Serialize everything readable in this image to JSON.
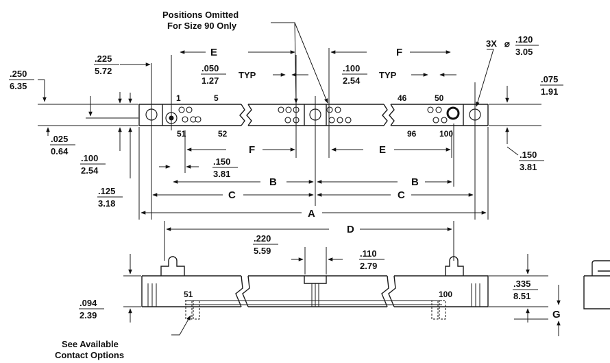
{
  "notes": {
    "omitted_line1": "Positions Omitted",
    "omitted_line2": "For Size 90 Only",
    "contacts_line1": "See Available",
    "contacts_line2": "Contact Options"
  },
  "hole_callout": {
    "qty": "3X",
    "diameter_symbol": "⌀",
    "inch": ".120",
    "mm": "3.05"
  },
  "dims": {
    "d250": {
      "inch": ".250",
      "mm": "6.35"
    },
    "d225": {
      "inch": ".225",
      "mm": "5.72"
    },
    "d050": {
      "inch": ".050",
      "mm": "1.27",
      "note": "TYP"
    },
    "d100b": {
      "inch": ".100",
      "mm": "2.54",
      "note": "TYP"
    },
    "d075": {
      "inch": ".075",
      "mm": "1.91"
    },
    "d025": {
      "inch": ".025",
      "mm": "0.64"
    },
    "d100": {
      "inch": ".100",
      "mm": "2.54"
    },
    "d125": {
      "inch": ".125",
      "mm": "3.18"
    },
    "d150": {
      "inch": ".150",
      "mm": "3.81"
    },
    "d150r": {
      "inch": ".150",
      "mm": "3.81"
    },
    "d220": {
      "inch": ".220",
      "mm": "5.59"
    },
    "d110": {
      "inch": ".110",
      "mm": "2.79"
    },
    "d094": {
      "inch": ".094",
      "mm": "2.39"
    },
    "d335": {
      "inch": ".335",
      "mm": "8.51"
    }
  },
  "letters": {
    "A": "A",
    "B": "B",
    "C": "C",
    "D": "D",
    "E": "E",
    "F": "F",
    "G": "G"
  },
  "pins": {
    "p1": "1",
    "p5": "5",
    "p46": "46",
    "p50": "50",
    "p51": "51",
    "p52": "52",
    "p96": "96",
    "p100": "100",
    "side51": "51",
    "side100": "100"
  }
}
